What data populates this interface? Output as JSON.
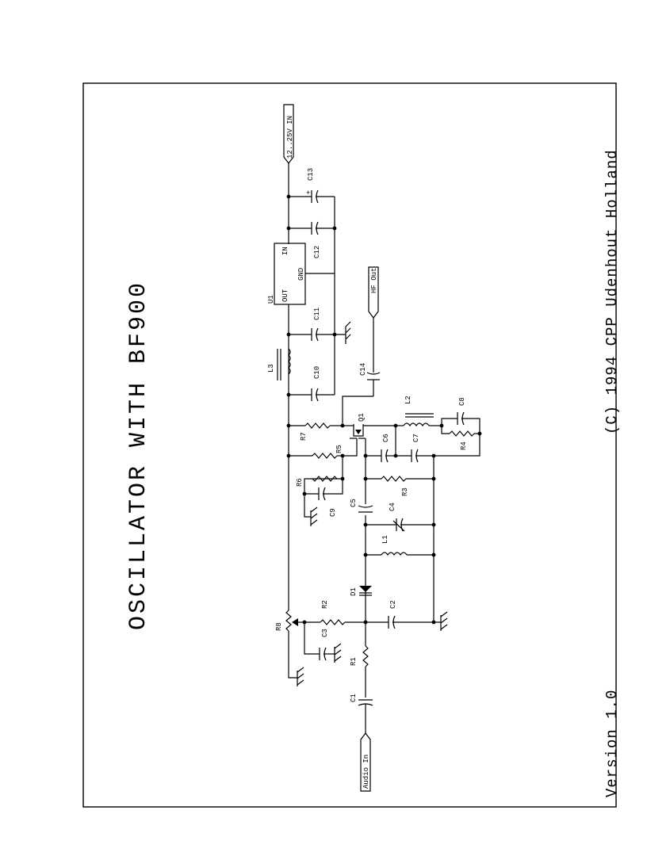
{
  "title": "OSCILLATOR WITH BF900",
  "copyright": "(C) 1994 CPP Udenhout Holland",
  "version": "Version 1.0",
  "ports": {
    "power_in": "12..25V IN",
    "hf_out": "HF Out",
    "audio_in": "Audio In"
  },
  "regulator": {
    "ref": "U1",
    "pin_in": "IN",
    "pin_gnd": "GND",
    "pin_out": "OUT"
  },
  "components": {
    "C1": "C1",
    "C2": "C2",
    "C3": "C3",
    "C4": "C4",
    "C5": "C5",
    "C6": "C6",
    "C7": "C7",
    "C8": "C8",
    "C9": "C9",
    "C10": "C10",
    "C11": "C11",
    "C12": "C12",
    "C13": "C13",
    "C14": "C14",
    "R1": "R1",
    "R2": "R2",
    "R3": "R3",
    "R4": "R4",
    "R5": "R5",
    "R6": "R6",
    "R7": "R7",
    "R8": "R8",
    "L1": "L1",
    "L2": "L2",
    "L3": "L3",
    "D1": "D1",
    "Q1": "Q1"
  },
  "colors": {
    "ink": "#000000",
    "paper": "#ffffff"
  }
}
